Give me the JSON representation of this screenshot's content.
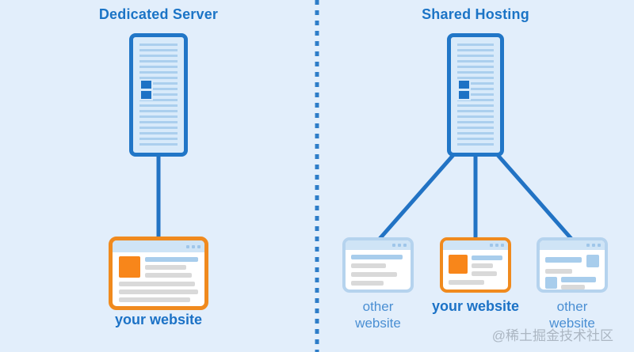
{
  "left_panel": {
    "title": "Dedicated Server",
    "server_icon": "server-tower-icon",
    "website": {
      "label": "your website",
      "highlighted": true,
      "icon": "browser-window-icon"
    }
  },
  "right_panel": {
    "title": "Shared Hosting",
    "server_icon": "server-tower-icon",
    "websites": [
      {
        "label": "other website",
        "highlighted": false,
        "icon": "browser-window-icon"
      },
      {
        "label": "your website",
        "highlighted": true,
        "icon": "browser-window-icon"
      },
      {
        "label": "other website",
        "highlighted": false,
        "icon": "browser-window-icon"
      }
    ]
  },
  "watermark": "@稀土掘金技术社区",
  "colors": {
    "background": "#e2eefb",
    "accent_blue": "#2176c7",
    "server_fill": "#d8eafa",
    "server_line": "#abcfee",
    "highlight_orange": "#f08a1e",
    "card_border_blue": "#b5d3ee",
    "card_topbar": "#cfe4f6",
    "bar_blue": "#a8cdec",
    "bar_gray": "#d9d9d9",
    "title_text": "#1b74c6",
    "label_text": "#4a8fd3",
    "divider_blue": "#2e7dc8"
  }
}
